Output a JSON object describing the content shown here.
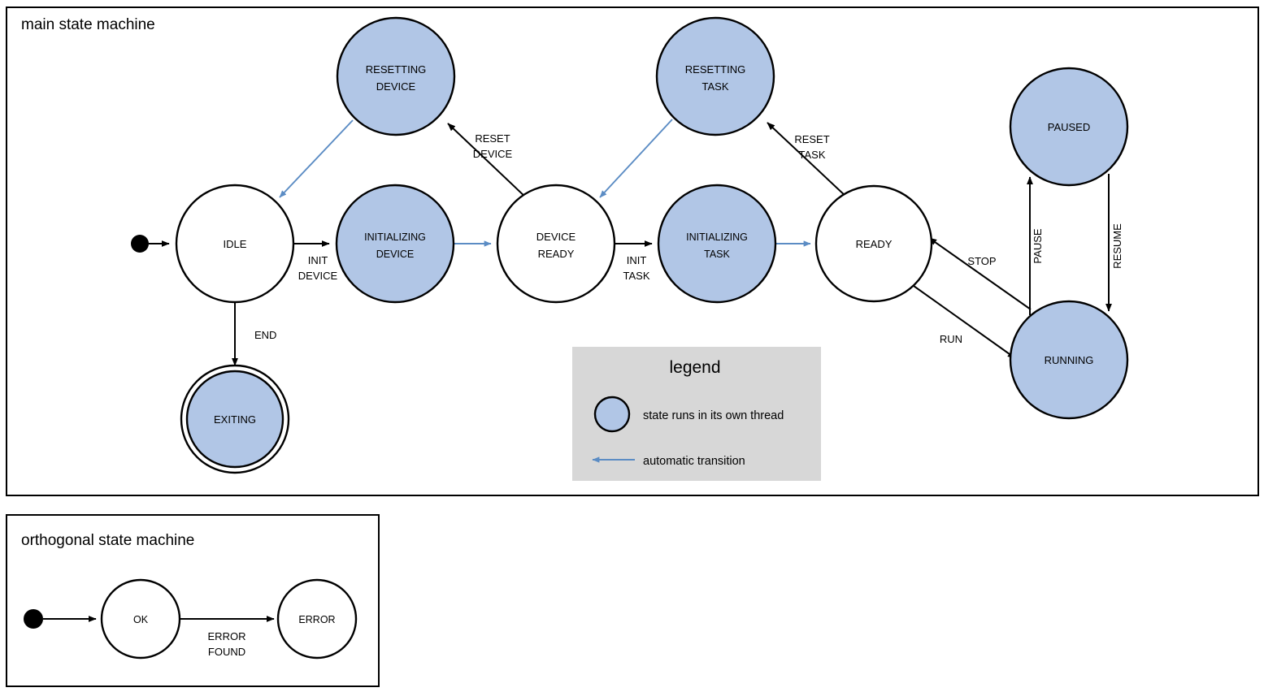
{
  "diagram": {
    "type": "state-machine-diagram",
    "colors": {
      "thread_state_fill": "#b1c6e6",
      "plain_state_fill": "#ffffff",
      "stroke": "#000000",
      "auto_transition": "#5b8cc4",
      "legend_background": "#d7d7d7"
    }
  },
  "main": {
    "title": "main state machine",
    "states": [
      {
        "id": "idle",
        "label_lines": [
          "IDLE"
        ],
        "threaded": false,
        "final": false
      },
      {
        "id": "resetting-device",
        "label_lines": [
          "RESETTING",
          "DEVICE"
        ],
        "threaded": true,
        "final": false
      },
      {
        "id": "initializing-device",
        "label_lines": [
          "INITIALIZING",
          "DEVICE"
        ],
        "threaded": true,
        "final": false
      },
      {
        "id": "device-ready",
        "label_lines": [
          "DEVICE",
          "READY"
        ],
        "threaded": false,
        "final": false
      },
      {
        "id": "resetting-task",
        "label_lines": [
          "RESETTING",
          "TASK"
        ],
        "threaded": true,
        "final": false
      },
      {
        "id": "initializing-task",
        "label_lines": [
          "INITIALIZING",
          "TASK"
        ],
        "threaded": true,
        "final": false
      },
      {
        "id": "ready",
        "label_lines": [
          "READY"
        ],
        "threaded": false,
        "final": false
      },
      {
        "id": "paused",
        "label_lines": [
          "PAUSED"
        ],
        "threaded": true,
        "final": false
      },
      {
        "id": "running",
        "label_lines": [
          "RUNNING"
        ],
        "threaded": true,
        "final": false
      },
      {
        "id": "exiting",
        "label_lines": [
          "EXITING"
        ],
        "threaded": true,
        "final": true
      }
    ],
    "labels": {
      "idle": "IDLE",
      "resetting_device_l1": "RESETTING",
      "resetting_device_l2": "DEVICE",
      "initializing_device_l1": "INITIALIZING",
      "initializing_device_l2": "DEVICE",
      "device_ready_l1": "DEVICE",
      "device_ready_l2": "READY",
      "resetting_task_l1": "RESETTING",
      "resetting_task_l2": "TASK",
      "initializing_task_l1": "INITIALIZING",
      "initializing_task_l2": "TASK",
      "ready": "READY",
      "paused": "PAUSED",
      "running": "RUNNING",
      "exiting": "EXITING"
    },
    "transitions": [
      {
        "id": "start-idle",
        "from": "start",
        "to": "idle",
        "label": "",
        "auto": false
      },
      {
        "id": "init-device",
        "from": "idle",
        "to": "initializing-device",
        "label": "INIT DEVICE",
        "auto": false
      },
      {
        "id": "dev-ready-auto",
        "from": "initializing-device",
        "to": "device-ready",
        "label": "",
        "auto": true
      },
      {
        "id": "reset-device",
        "from": "device-ready",
        "to": "resetting-device",
        "label": "RESET DEVICE",
        "auto": false
      },
      {
        "id": "reset-dev-auto",
        "from": "resetting-device",
        "to": "idle",
        "label": "",
        "auto": true
      },
      {
        "id": "init-task",
        "from": "device-ready",
        "to": "initializing-task",
        "label": "INIT TASK",
        "auto": false
      },
      {
        "id": "ready-auto",
        "from": "initializing-task",
        "to": "ready",
        "label": "",
        "auto": true
      },
      {
        "id": "reset-task",
        "from": "ready",
        "to": "resetting-task",
        "label": "RESET TASK",
        "auto": false
      },
      {
        "id": "reset-task-auto",
        "from": "resetting-task",
        "to": "device-ready",
        "label": "",
        "auto": true
      },
      {
        "id": "run",
        "from": "ready",
        "to": "running",
        "label": "RUN",
        "auto": false
      },
      {
        "id": "stop",
        "from": "running",
        "to": "ready",
        "label": "STOP",
        "auto": false
      },
      {
        "id": "pause",
        "from": "running",
        "to": "paused",
        "label": "PAUSE",
        "auto": false
      },
      {
        "id": "resume",
        "from": "paused",
        "to": "running",
        "label": "RESUME",
        "auto": false
      },
      {
        "id": "end",
        "from": "idle",
        "to": "exiting",
        "label": "END",
        "auto": false
      }
    ],
    "edge_labels": {
      "init_device_l1": "INIT",
      "init_device_l2": "DEVICE",
      "reset_device_l1": "RESET",
      "reset_device_l2": "DEVICE",
      "init_task_l1": "INIT",
      "init_task_l2": "TASK",
      "reset_task_l1": "RESET",
      "reset_task_l2": "TASK",
      "run": "RUN",
      "stop": "STOP",
      "pause": "PAUSE",
      "resume": "RESUME",
      "end": "END"
    }
  },
  "legend": {
    "title": "legend",
    "items": [
      {
        "id": "thread-swatch",
        "kind": "circle",
        "text": "state runs in its own thread"
      },
      {
        "id": "auto-arrow-swatch",
        "kind": "arrow",
        "text": "automatic transition"
      }
    ],
    "thread_text": "state runs in its own thread",
    "auto_text": "automatic transition"
  },
  "orthogonal": {
    "title": "orthogonal state machine",
    "states": [
      {
        "id": "ok",
        "label": "OK",
        "threaded": false
      },
      {
        "id": "error",
        "label": "ERROR",
        "threaded": false
      }
    ],
    "labels": {
      "ok": "OK",
      "error": "ERROR"
    },
    "transitions": [
      {
        "id": "start-ok",
        "from": "start",
        "to": "ok",
        "label": ""
      },
      {
        "id": "error-found",
        "from": "ok",
        "to": "error",
        "label": "ERROR FOUND"
      }
    ],
    "edge_labels": {
      "error_found_l1": "ERROR",
      "error_found_l2": "FOUND"
    }
  }
}
